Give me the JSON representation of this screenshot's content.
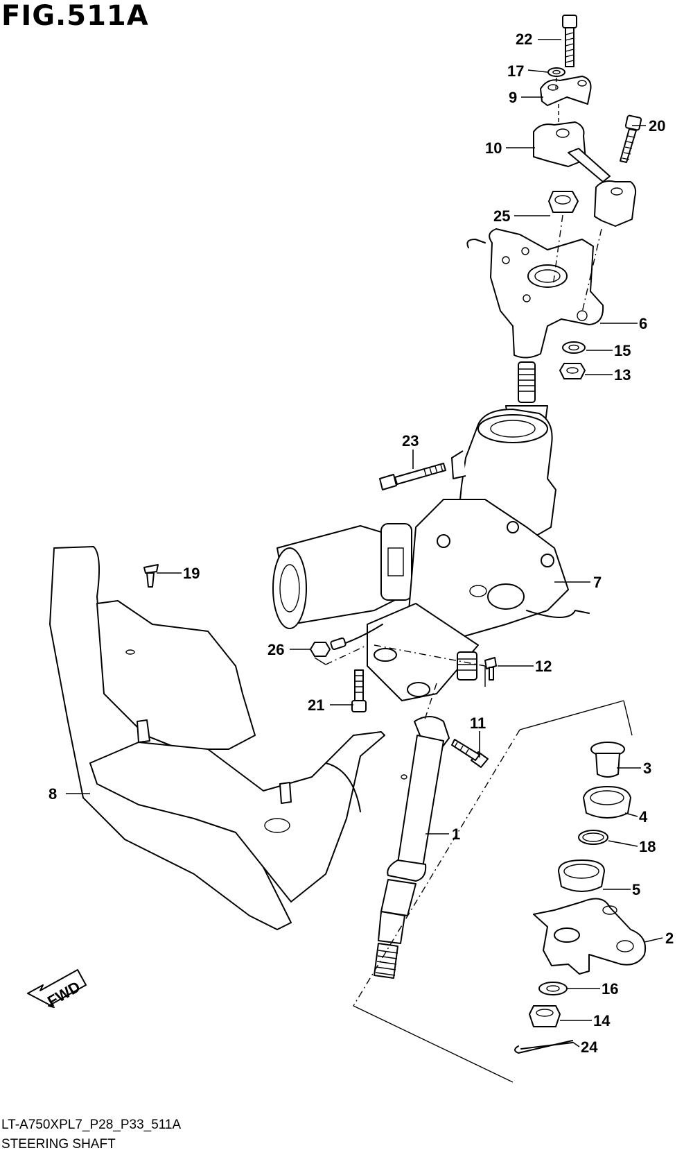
{
  "figure": {
    "title": "FIG.511A",
    "model_code": "LT-A750XPL7_P28_P33_511A",
    "caption": "STEERING SHAFT",
    "fwd_label": "FWD"
  },
  "callouts": [
    {
      "id": "1"
    },
    {
      "id": "2"
    },
    {
      "id": "3"
    },
    {
      "id": "4"
    },
    {
      "id": "5"
    },
    {
      "id": "6"
    },
    {
      "id": "7"
    },
    {
      "id": "8"
    },
    {
      "id": "9"
    },
    {
      "id": "10"
    },
    {
      "id": "11"
    },
    {
      "id": "12"
    },
    {
      "id": "13"
    },
    {
      "id": "14"
    },
    {
      "id": "15"
    },
    {
      "id": "16"
    },
    {
      "id": "17"
    },
    {
      "id": "18"
    },
    {
      "id": "19"
    },
    {
      "id": "20"
    },
    {
      "id": "21"
    },
    {
      "id": "22"
    },
    {
      "id": "23"
    },
    {
      "id": "24"
    },
    {
      "id": "25"
    },
    {
      "id": "26"
    }
  ]
}
